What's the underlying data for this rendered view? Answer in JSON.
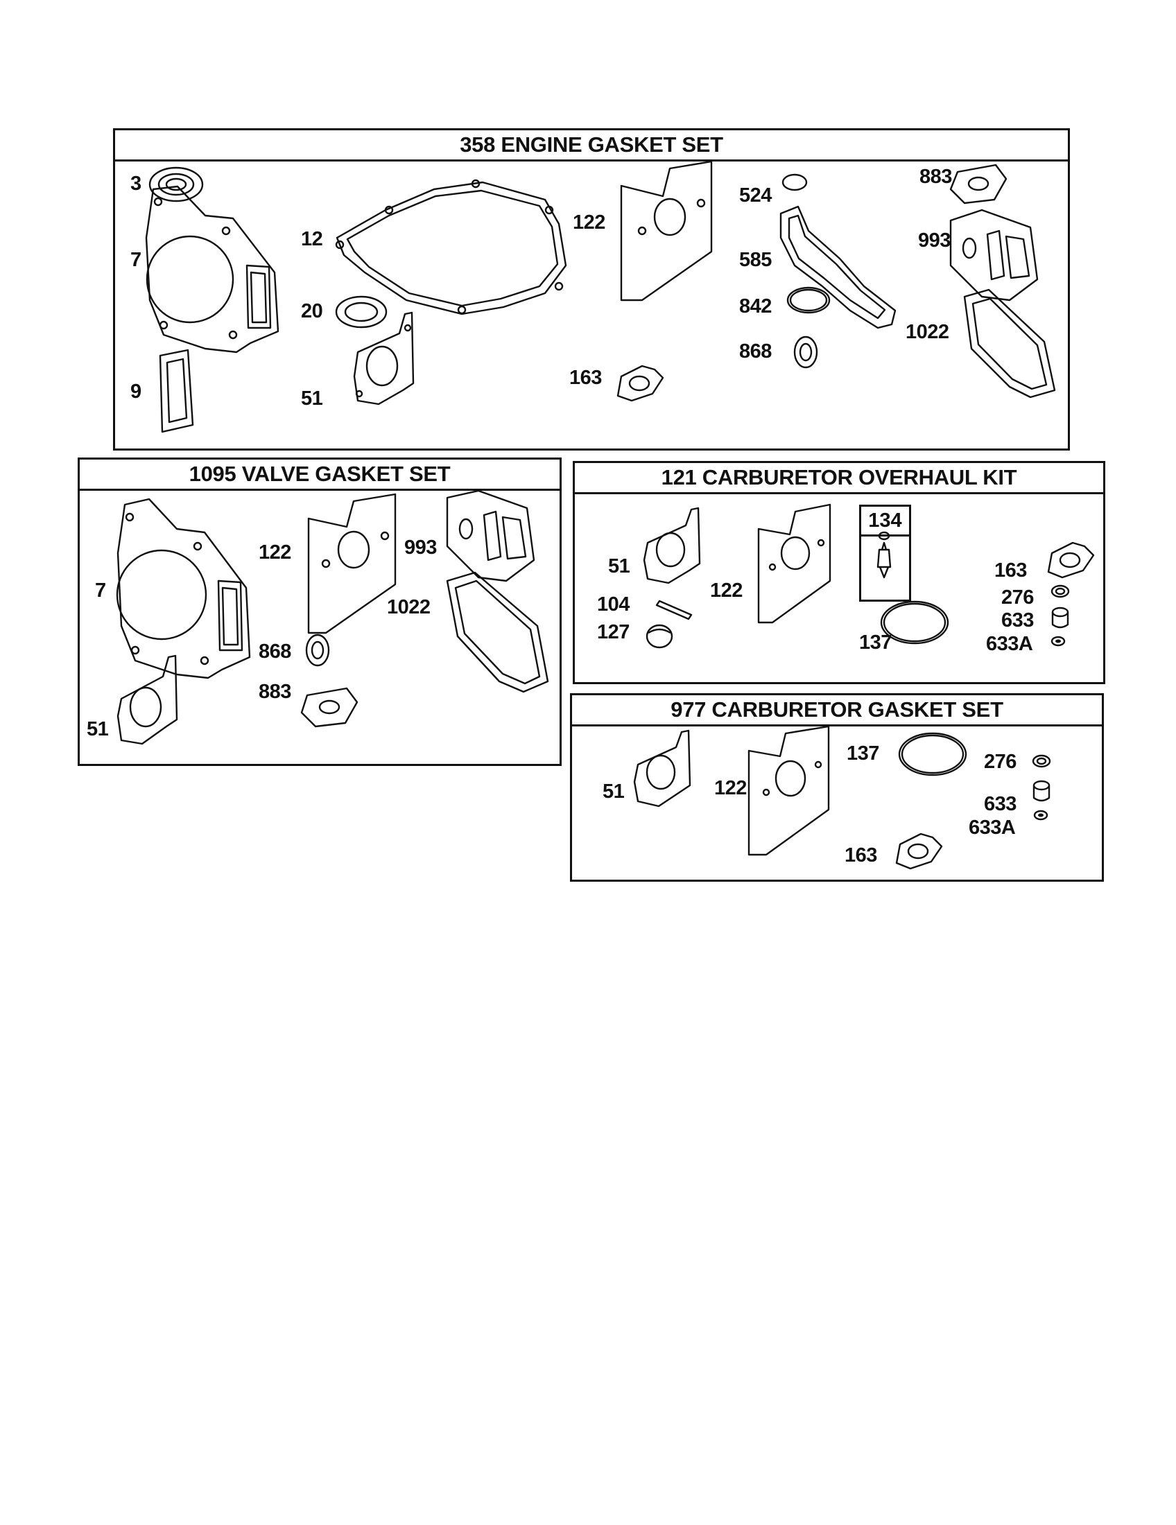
{
  "panels": {
    "engine": {
      "title": "358 ENGINE GASKET SET",
      "labels": [
        "3",
        "7",
        "9",
        "12",
        "20",
        "51",
        "122",
        "163",
        "524",
        "585",
        "842",
        "868",
        "883",
        "993",
        "1022"
      ]
    },
    "valve": {
      "title": "1095 VALVE GASKET SET",
      "labels": [
        "7",
        "51",
        "122",
        "868",
        "883",
        "993",
        "1022"
      ]
    },
    "carb_kit": {
      "title": "121 CARBURETOR OVERHAUL KIT",
      "inset_title": "134",
      "labels": [
        "51",
        "104",
        "127",
        "122",
        "137",
        "163",
        "276",
        "633",
        "633A"
      ]
    },
    "carb_gasket": {
      "title": "977 CARBURETOR  GASKET SET",
      "labels": [
        "51",
        "122",
        "137",
        "163",
        "276",
        "633",
        "633A"
      ]
    }
  }
}
